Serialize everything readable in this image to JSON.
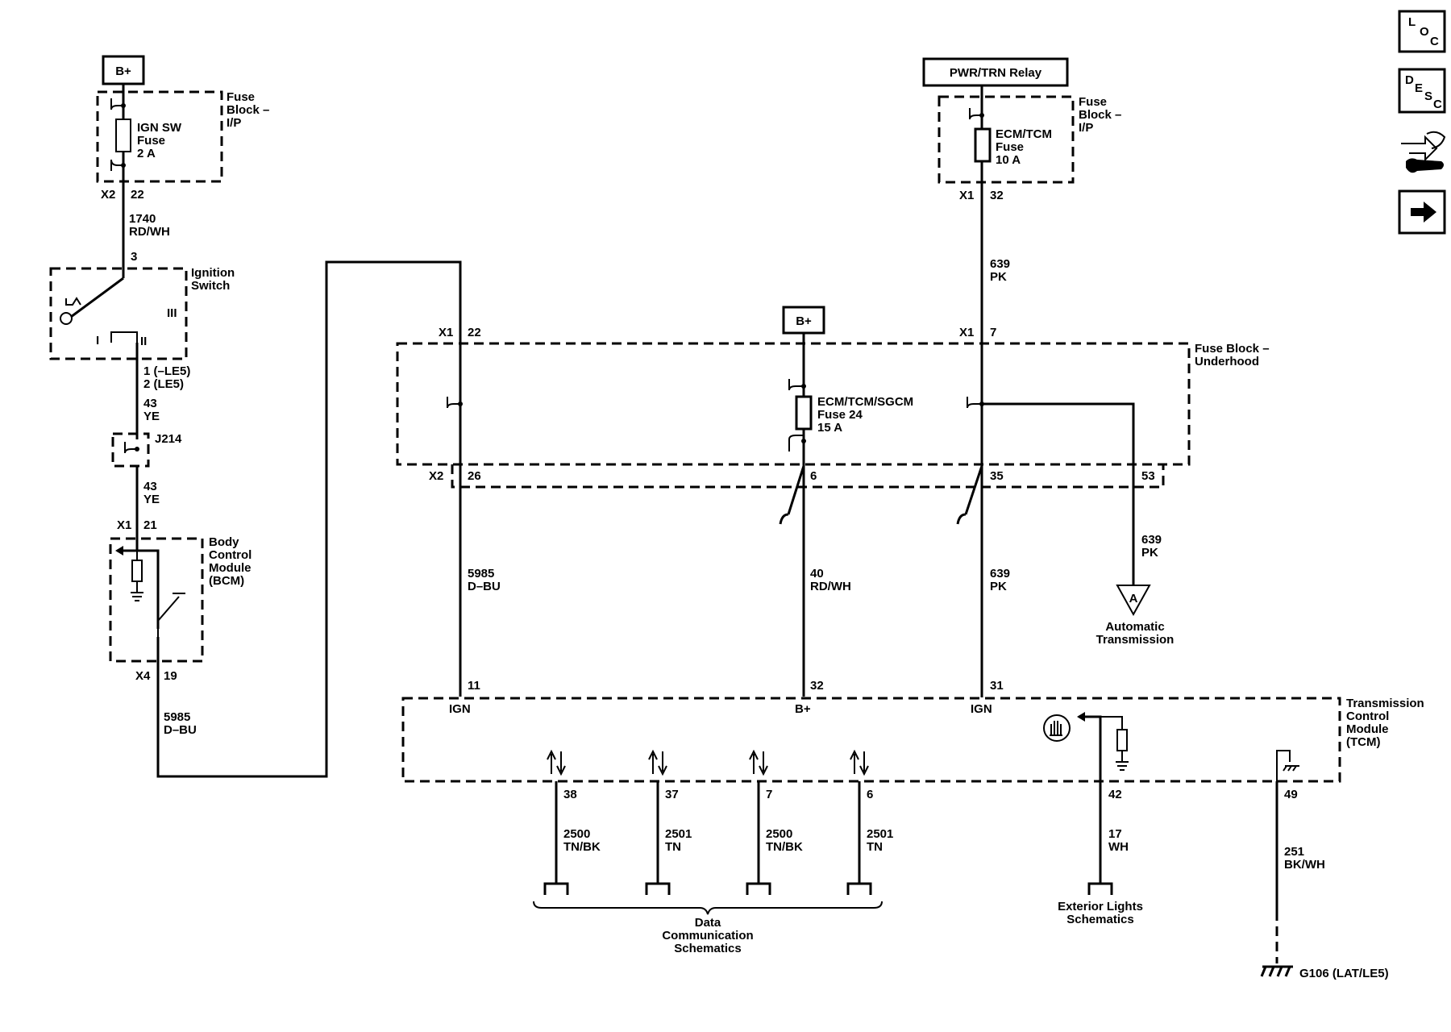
{
  "left": {
    "bplus": "B+",
    "fuse_block_ip": {
      "line1": "Fuse",
      "line2": "Block –",
      "line3": "I/P"
    },
    "ign_fuse": {
      "line1": "IGN SW",
      "line2": "Fuse",
      "line3": "2 A"
    },
    "conn_x2": "X2",
    "pin_22": "22",
    "wire_1740": {
      "num": "1740",
      "color": "RD/WH"
    },
    "pin_3": "3",
    "ignition_switch": {
      "line1": "Ignition",
      "line2": "Switch"
    },
    "pos_iii": "III",
    "pos_i": "I",
    "pos_ii": "II",
    "pin_1_2": {
      "line1": "1 (–LE5)",
      "line2": "2 (LE5)"
    },
    "wire_43_a": {
      "num": "43",
      "color": "YE"
    },
    "j214": "J214",
    "wire_43_b": {
      "num": "43",
      "color": "YE"
    },
    "conn_x1": "X1",
    "pin_21": "21",
    "bcm": {
      "line1": "Body",
      "line2": "Control",
      "line3": "Module",
      "line4": "(BCM)"
    },
    "conn_x4": "X4",
    "pin_19": "19",
    "wire_5985": {
      "num": "5985",
      "color": "D–BU"
    }
  },
  "top_right": {
    "relay": "PWR/TRN Relay",
    "fuse_block_ip": {
      "line1": "Fuse",
      "line2": "Block –",
      "line3": "I/P"
    },
    "ecm_fuse": {
      "line1": "ECM/TCM",
      "line2": "Fuse",
      "line3": "10 A"
    },
    "conn_x1": "X1",
    "pin_32": "32",
    "wire_639": {
      "num": "639",
      "color": "PK"
    }
  },
  "underhood": {
    "bplus": "B+",
    "conn_x1_a": "X1",
    "pin_22": "22",
    "conn_x1_b": "X1",
    "pin_7": "7",
    "title": {
      "line1": "Fuse Block –",
      "line2": "Underhood"
    },
    "fuse24": {
      "line1": "ECM/TCM/SGCM",
      "line2": "Fuse 24",
      "line3": "15 A"
    },
    "conn_x2": "X2",
    "pin_26": "26",
    "pin_6": "6",
    "pin_35": "35",
    "pin_53": "53"
  },
  "wires_mid": {
    "w5985": {
      "num": "5985",
      "color": "D–BU"
    },
    "w40": {
      "num": "40",
      "color": "RD/WH"
    },
    "w639": {
      "num": "639",
      "color": "PK"
    },
    "w639b": {
      "num": "639",
      "color": "PK"
    },
    "ref_a": "A",
    "auto_trans": {
      "line1": "Automatic",
      "line2": "Transmission"
    }
  },
  "tcm": {
    "pin_11": "11",
    "pin_32": "32",
    "pin_31": "31",
    "ign_a": "IGN",
    "bplus": "B+",
    "ign_b": "IGN",
    "title": {
      "line1": "Transmission",
      "line2": "Control",
      "line3": "Module",
      "line4": "(TCM)"
    },
    "pins_bottom": [
      "38",
      "37",
      "7",
      "6"
    ],
    "wires_bottom": [
      {
        "num": "2500",
        "color": "TN/BK"
      },
      {
        "num": "2501",
        "color": "TN"
      },
      {
        "num": "2500",
        "color": "TN/BK"
      },
      {
        "num": "2501",
        "color": "TN"
      }
    ],
    "data_comm": {
      "line1": "Data",
      "line2": "Communication",
      "line3": "Schematics"
    },
    "pin_42": "42",
    "wire_17": {
      "num": "17",
      "color": "WH"
    },
    "exterior": {
      "line1": "Exterior Lights",
      "line2": "Schematics"
    },
    "pin_49": "49",
    "wire_251": {
      "num": "251",
      "color": "BK/WH"
    },
    "ground": "G106 (LAT/LE5)"
  },
  "nav_icons": {
    "loc": [
      "L",
      "O",
      "C"
    ],
    "desc": [
      "D",
      "E",
      "S",
      "C"
    ]
  }
}
